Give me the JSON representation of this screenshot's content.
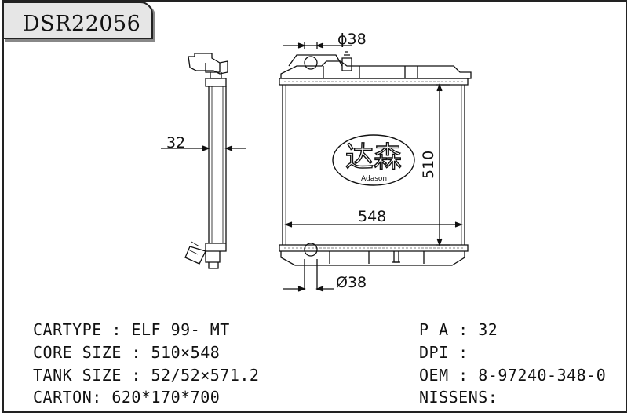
{
  "header": {
    "model_code": "DSR22056"
  },
  "drawing": {
    "dims": {
      "pipe_top": "ϕ38",
      "pipe_bottom": "Ø38",
      "width": "548",
      "height": "510",
      "thickness": "32"
    },
    "logo": {
      "chinese": "达森",
      "english": "Adason"
    }
  },
  "specs": {
    "cartype": "CARTYPE : ELF 99- MT",
    "core_size": "CORE SIZE : 510×548",
    "tank_size": "TANK SIZE : 52/52×571.2",
    "carton": "CARTON: 620*170*700",
    "pa": "P A : 32",
    "dpi": "DPI :",
    "oem": "OEM : 8-97240-348-0",
    "nissens": "NISSENS:"
  }
}
